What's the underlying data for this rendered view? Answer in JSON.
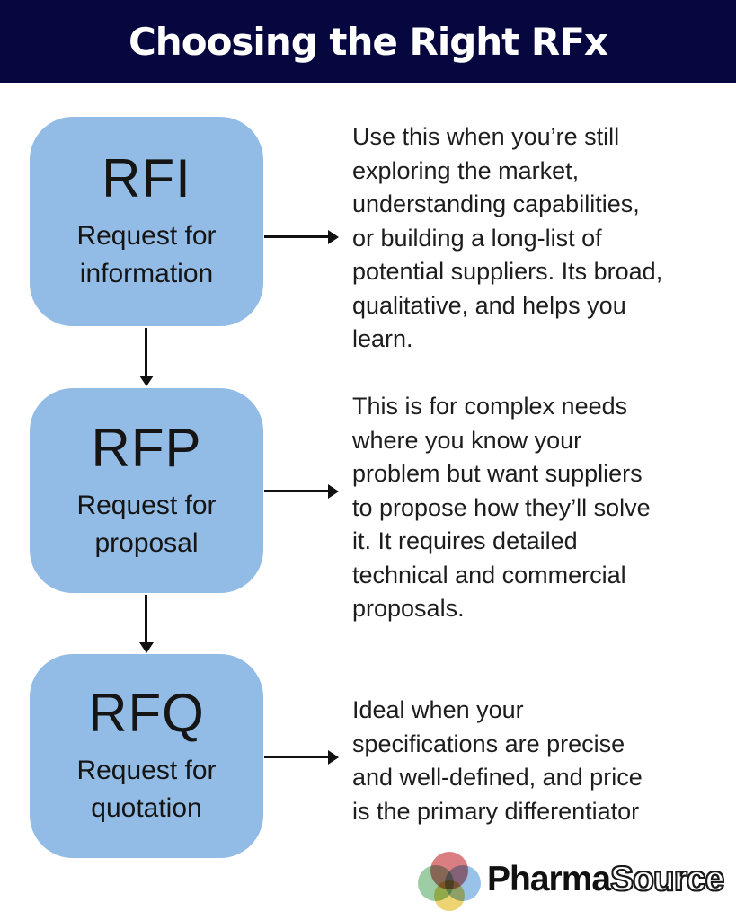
{
  "header": {
    "title": "Choosing the Right RFx"
  },
  "rows": [
    {
      "acronym": "RFI",
      "label": "Request for\ninformation",
      "description": "Use this when you’re still\nexploring the market,\nunderstanding capabilities,\nor building a long-list of\npotential suppliers. Its broad,\nqualitative, and helps you\nlearn."
    },
    {
      "acronym": "RFP",
      "label": "Request for\nproposal",
      "description": "This is for complex needs\nwhere you know your\nproblem but want suppliers\nto propose how they’ll solve\nit. It requires detailed\ntechnical and commercial\nproposals."
    },
    {
      "acronym": "RFQ",
      "label": "Request for\nquotation",
      "description": "Ideal when your\nspecifications are precise\nand well-defined, and price\nis the primary differentiator"
    }
  ],
  "footer": {
    "brand_primary": "Pharma",
    "brand_secondary": "Source"
  },
  "colors": {
    "header_bg": "#070740",
    "header_fg": "#ffffff",
    "box_fill": "#92bce6",
    "arrow": "#111111",
    "body_text": "#1d1d1d",
    "logo_red": "#d4696b",
    "logo_green": "#84c08f",
    "logo_blue": "#7fb3e3",
    "logo_yellow": "#e9c84f"
  }
}
